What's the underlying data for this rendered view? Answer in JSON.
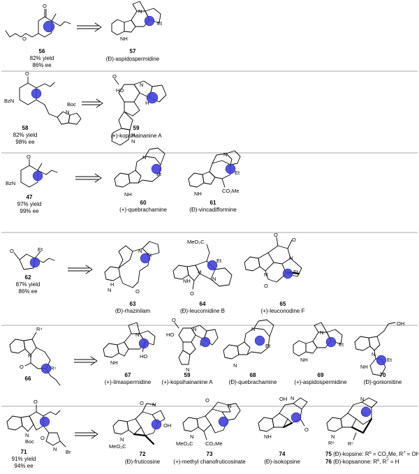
{
  "rows": [
    {
      "starting": {
        "number": "56",
        "yield": "82% yield",
        "ee": "86% ee"
      },
      "products": [
        {
          "number": "57",
          "name": "(Ð)-aspidospermidine"
        }
      ]
    },
    {
      "starting": {
        "number": "58",
        "yield": "82% yield",
        "ee": "98% ee"
      },
      "products": [
        {
          "number": "59",
          "name": "(+)-kopsihainanine A"
        }
      ]
    },
    {
      "starting": {
        "number": "47",
        "yield": "97% yield",
        "ee": "99% ee"
      },
      "products": [
        {
          "number": "60",
          "name": "(+)-quebrachamine"
        },
        {
          "number": "61",
          "name": "(Ð)-vincadifformine"
        }
      ]
    },
    {
      "starting": {
        "number": "62",
        "yield": "87% yield",
        "ee": "86% ee"
      },
      "products": [
        {
          "number": "63",
          "name": "(Ð)-rhazinilam"
        },
        {
          "number": "64",
          "name": "(Ð)-leucomidine B"
        },
        {
          "number": "65",
          "name": "(+)-leuconodine F"
        }
      ]
    },
    {
      "starting": {
        "number": "66",
        "yield": "",
        "ee": ""
      },
      "products": [
        {
          "number": "67",
          "name": "(+)-limaspermidine"
        },
        {
          "number": "59",
          "name": "(+)-kopsihainanine A"
        },
        {
          "number": "68",
          "name": "(Ð)-quebrachamine"
        },
        {
          "number": "69",
          "name": "(+)-aspidospermidine"
        },
        {
          "number": "70",
          "name": "(Ð)-goniomitine"
        }
      ]
    },
    {
      "starting": {
        "number": "71",
        "yield": "91% yield",
        "ee": "94% ee"
      },
      "products": [
        {
          "number": "72",
          "name": "(Ð)-fruticosine"
        },
        {
          "number": "73",
          "name": "(+)-methyl chanofruticosinate"
        },
        {
          "number": "74",
          "name": "(Ð)-isokopsine"
        }
      ],
      "notes": [
        {
          "number": "75",
          "text": "(Ð)-kopsine: R",
          "sup1": "6",
          "mid": " = CO",
          "sub": "2",
          "tail": "Me, R",
          "sup2": "7",
          "end": " = OH"
        },
        {
          "number": "76",
          "text": "(Ð)-kopsanone: R",
          "sup1": "6",
          "mid": ", R",
          "sub": "",
          "tail": "",
          "sup2": "7",
          "end": " = H"
        }
      ]
    }
  ],
  "atoms": {
    "O": "O",
    "N": "N",
    "NH": "NH",
    "H": "H",
    "Et": "Et",
    "HO": "HO",
    "OH": "OH",
    "BzN": "BzN",
    "Boc": "Boc",
    "CO2Me": "CO₂Me",
    "MeO2C": "MeO₂C",
    "Br": "Br",
    "R4": "R⁴",
    "R5": "R⁵",
    "R6": "R⁶",
    "R7": "R⁷"
  },
  "colors": {
    "stereocenter": "#3d3dd6",
    "separator": "#8a8a8a",
    "ink": "#000000"
  }
}
